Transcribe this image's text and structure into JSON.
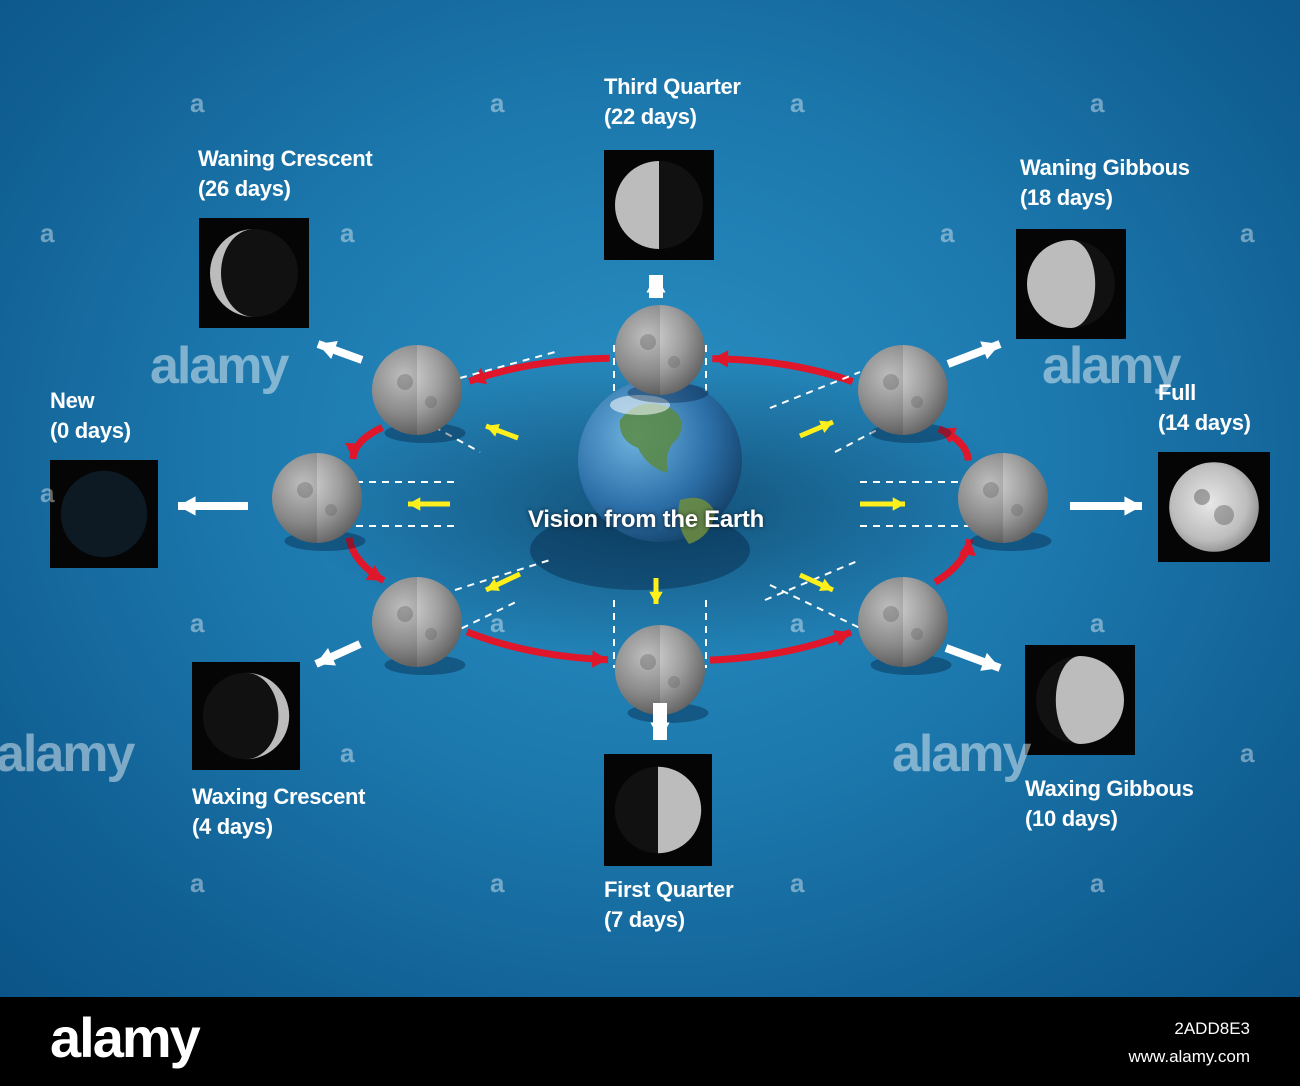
{
  "phases": [
    {
      "id": "new",
      "line1": "New",
      "line2": "(0 days)"
    },
    {
      "id": "waxing-crescent",
      "line1": "Waxing Crescent",
      "line2": "(4 days)"
    },
    {
      "id": "first-quarter",
      "line1": "First Quarter",
      "line2": "(7 days)"
    },
    {
      "id": "waxing-gibbous",
      "line1": "Waxing Gibbous",
      "line2": "(10 days)"
    },
    {
      "id": "full",
      "line1": "Full",
      "line2": "(14 days)"
    },
    {
      "id": "waning-gibbous",
      "line1": "Waning Gibbous",
      "line2": "(18 days)"
    },
    {
      "id": "third-quarter",
      "line1": "Third Quarter",
      "line2": "(22 days)"
    },
    {
      "id": "waning-crescent",
      "line1": "Waning Crescent",
      "line2": "(26 days)"
    }
  ],
  "earth_caption": "Vision from the Earth",
  "watermark": {
    "logo": "alamy",
    "mark": "a"
  },
  "footer": {
    "logo": "alamy",
    "image_id": "2ADD8E3",
    "site": "www.alamy.com"
  },
  "colors": {
    "background": "#1a75aa",
    "orbit_arrow": "#e0162b",
    "view_arrow": "#ffef1a",
    "out_arrow": "#ffffff"
  }
}
